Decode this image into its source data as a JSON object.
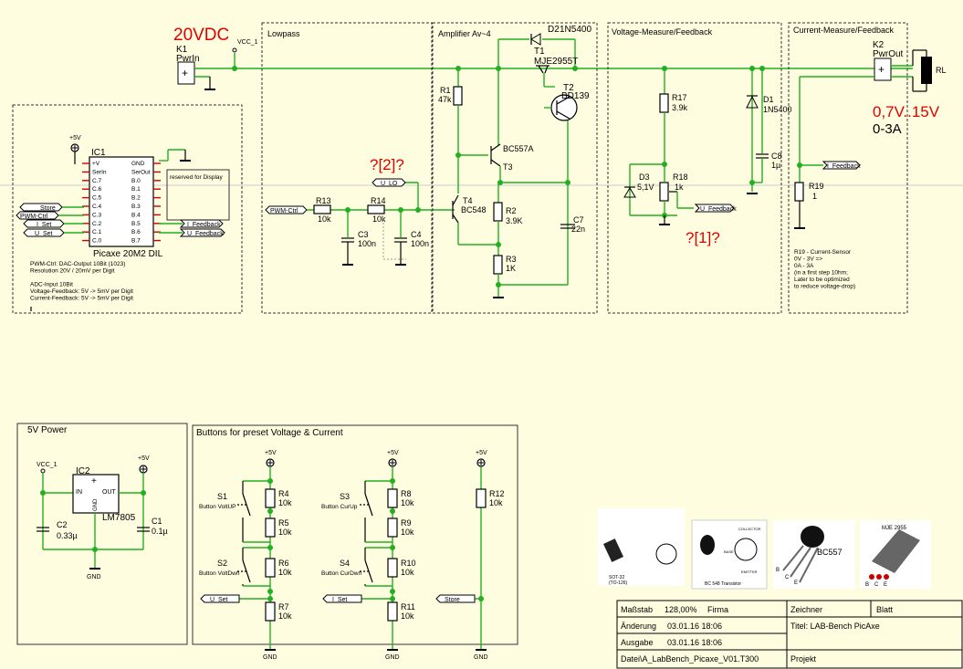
{
  "header": {
    "supply_voltage": "20VDC",
    "question_1": "?[1]?",
    "question_2": "?[2]?",
    "output_voltage": "0,7V..15V",
    "output_current": "0-3A"
  },
  "sections": {
    "lowpass": "Lowpass",
    "amplifier": "Amplifier Av~4",
    "voltage_feedback": "Voltage-Measure/Feedback",
    "current_feedback": "Current-Measure/Feedback",
    "power": "5V Power",
    "buttons": "Buttons for preset Voltage & Current"
  },
  "nets": {
    "vcc1": "VCC_1",
    "plus5v": "+5V",
    "gnd": "GND"
  },
  "connectors": {
    "k1_ref": "K1",
    "k1_name": "PwrIn",
    "k2_ref": "K2",
    "k2_name": "PwrOut",
    "rl": "RL"
  },
  "mcu": {
    "ref": "IC1",
    "name": "Picaxe 20M2 DIL",
    "left_pins": [
      "+V",
      "SerIn",
      "C.7",
      "C.6",
      "C.5",
      "C.4",
      "C.3",
      "C.2",
      "C.1",
      "C.0"
    ],
    "right_pins": [
      "GND",
      "SerOut",
      "B.0",
      "B.1",
      "B.2",
      "B.3",
      "B.4",
      "B.5",
      "B.6",
      "B.7"
    ],
    "reserved": "reserved for Display",
    "notes": [
      "PWM-Ctrl: DAC-Output 10Bit (1023)",
      "Resolution 20V / 20mV per Digit",
      "",
      "ADC-Input 10Bit",
      "Voltage-Feedback: 5V -> 5mV per Digit",
      "Current-Feedback: 5V -> 5mV per Digit"
    ]
  },
  "labels": {
    "store": "Store",
    "pwm_ctrl": "PWM-Ctrl",
    "i_set": "I_Set",
    "u_set": "U_Set",
    "i_feedback": "I_Feedback",
    "u_feedback": "U_Feedback",
    "u_lo": "U_LO"
  },
  "components": {
    "r13": {
      "ref": "R13",
      "val": "10k"
    },
    "r14": {
      "ref": "R14",
      "val": "10k"
    },
    "c3": {
      "ref": "C3",
      "val": "100n"
    },
    "c4": {
      "ref": "C4",
      "val": "100n"
    },
    "r1": {
      "ref": "R1",
      "val": "47k"
    },
    "t1": {
      "ref": "T1",
      "val": "MJE2955T"
    },
    "d2": {
      "ref": "D2",
      "val": "1N5400"
    },
    "t2": {
      "ref": "T2",
      "val": "BD139"
    },
    "t3": {
      "ref": "T3",
      "val": "BC557A"
    },
    "t4": {
      "ref": "T4",
      "val": "BC548"
    },
    "r2": {
      "ref": "R2",
      "val": "3.9K"
    },
    "r3": {
      "ref": "R3",
      "val": "1K"
    },
    "c7": {
      "ref": "C7",
      "val": "22n"
    },
    "r17": {
      "ref": "R17",
      "val": "3.9k"
    },
    "d3": {
      "ref": "D3",
      "val": "5,1V"
    },
    "r18": {
      "ref": "R18",
      "val": "1k"
    },
    "d1": {
      "ref": "D1",
      "val": "1N5400"
    },
    "c8": {
      "ref": "C8",
      "val": "1µ"
    },
    "r19": {
      "ref": "R19",
      "val": "1"
    },
    "ic2": {
      "ref": "IC2",
      "val": "LM7805",
      "in": "IN",
      "out": "OUT",
      "gnd": "GND"
    },
    "c1": {
      "ref": "C1",
      "val": "0.1µ"
    },
    "c2": {
      "ref": "C2",
      "val": "0.33µ"
    },
    "r4": {
      "ref": "R4",
      "val": "10k"
    },
    "r5": {
      "ref": "R5",
      "val": "10k"
    },
    "r6": {
      "ref": "R6",
      "val": "10k"
    },
    "r7": {
      "ref": "R7",
      "val": "10k"
    },
    "r8": {
      "ref": "R8",
      "val": "10k"
    },
    "r9": {
      "ref": "R9",
      "val": "10k"
    },
    "r10": {
      "ref": "R10",
      "val": "10k"
    },
    "r11": {
      "ref": "R11",
      "val": "10k"
    },
    "r12": {
      "ref": "R12",
      "val": "10k"
    },
    "s1": {
      "ref": "S1",
      "val": "Button VoltUP"
    },
    "s2": {
      "ref": "S2",
      "val": "Button VoltDwn"
    },
    "s3": {
      "ref": "S3",
      "val": "Button CurUp"
    },
    "s4": {
      "ref": "S4",
      "val": "Button CurDwn"
    }
  },
  "sensor_note": [
    "R19 - Current-Sensor",
    "0V - 3V =>",
    "0A - 3A",
    "(in a first step 10hm;",
    "Later to be optimized",
    "to reduce voltage-drop)"
  ],
  "pinouts": {
    "p1": [
      "SOT-32",
      "(TO-126)"
    ],
    "p2": [
      "BC 548 Transistor",
      "COLLECTOR",
      "BASE",
      "EMITTER"
    ],
    "p3": [
      "BC557",
      "B",
      "C",
      "E"
    ],
    "p4": [
      "MJE 2955",
      "B",
      "C",
      "E"
    ]
  },
  "titleblock": {
    "scale_label": "Maßstab",
    "scale_value": "128,00%",
    "firm_label": "Firma",
    "drawer_label": "Zeichner",
    "sheet_label": "Blatt",
    "change_label": "Änderung",
    "change_value": "03.01.16   18:06",
    "title": "Titel: LAB-Bench PicAxe",
    "output_label": "Ausgabe",
    "output_value": "03.01.16   18:06",
    "file": "Datei\\A_LabBench_Picaxe_V01.T300",
    "project_label": "Projekt"
  }
}
